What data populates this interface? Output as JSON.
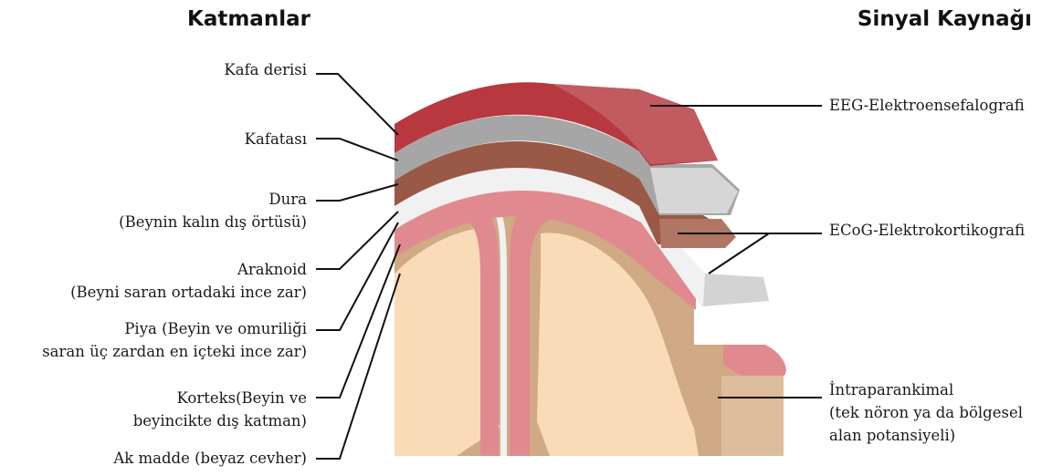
{
  "headings": {
    "layers": "Katmanlar",
    "signal_source": "Sinyal Kaynağı"
  },
  "layers": [
    {
      "id": "scalp",
      "lines": [
        "Kafa derisi"
      ],
      "color": "#b8383f"
    },
    {
      "id": "skull",
      "lines": [
        "Kafatası"
      ],
      "color": "#a6a6a6"
    },
    {
      "id": "dura",
      "lines": [
        "Dura",
        "(Beynin kalın dış örtüsü)"
      ],
      "color": "#9a5847"
    },
    {
      "id": "arachnoid",
      "lines": [
        "Araknoid",
        "(Beyni saran ortadaki ince zar)"
      ],
      "color": "#f1f1f1"
    },
    {
      "id": "pia",
      "lines": [
        "Piya (Beyin ve omuriliği",
        "saran üç zardan en içteki ince zar)"
      ],
      "color": "#e08a8f"
    },
    {
      "id": "cortex",
      "lines": [
        "Korteks(Beyin ve",
        "beyincikte dış katman)"
      ],
      "color": "#d0a985"
    },
    {
      "id": "white_matter",
      "lines": [
        "Ak madde (beyaz cevher)"
      ],
      "color": "#f9dcb7"
    }
  ],
  "signal_sources": [
    {
      "id": "eeg",
      "lines": [
        "EEG-Elektroensefalografi"
      ]
    },
    {
      "id": "ecog",
      "lines": [
        "ECoG-Elektrokortikografi"
      ]
    },
    {
      "id": "intraparenchymal",
      "lines": [
        "İntraparankimal",
        "(tek nöron ya da bölgesel",
        "alan potansiyeli)"
      ]
    }
  ]
}
